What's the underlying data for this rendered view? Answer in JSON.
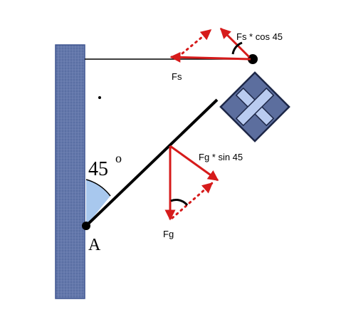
{
  "labels": {
    "fs_cos": "Fs * cos 45",
    "fs": "Fs",
    "fg_sin": "Fg * sin 45",
    "fg": "Fg",
    "angle_value": "45",
    "angle_unit": "o",
    "pivot": "A"
  },
  "colors": {
    "wall": "#5a6fa3",
    "wall_border": "#3f5590",
    "box": "#5c6e9e",
    "force": "#d61b1b",
    "angle_fill": "#a8c8ee",
    "rod": "#000000"
  }
}
